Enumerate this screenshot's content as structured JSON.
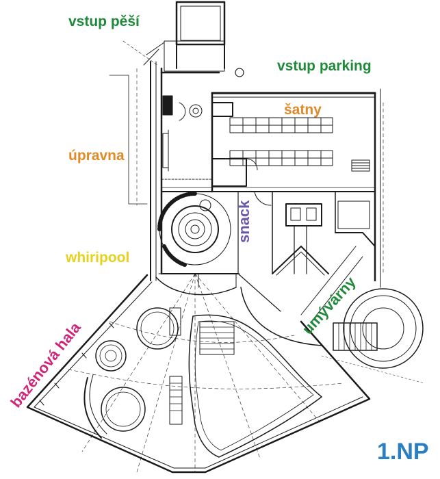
{
  "labels": {
    "vstup_pesi": "vstup pěší",
    "vstup_parking": "vstup parking",
    "satny": "šatny",
    "upravna": "úpravna",
    "whirlpool": "whiripool",
    "snack": "snack",
    "umyvarny": "umývárny",
    "bazenova_hala": "bazénová hala",
    "floor": "1.NP"
  },
  "colors": {
    "green": "#1e8a3a",
    "orange": "#e08a2a",
    "yellow": "#e6d21e",
    "purple": "#6a5aa8",
    "magenta": "#d0267a",
    "blue": "#2a7fc4",
    "line": "#1a1a1a"
  }
}
